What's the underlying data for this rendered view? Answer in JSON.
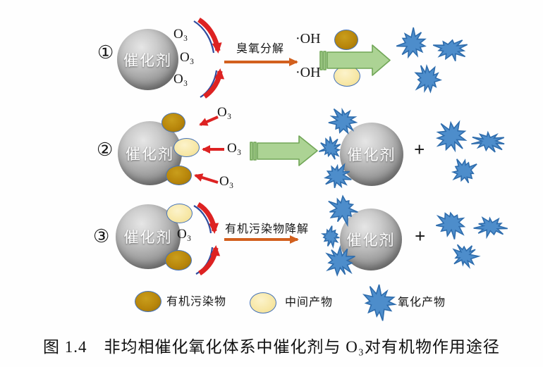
{
  "figure": {
    "steps": [
      {
        "number": "①",
        "catalyst": "催化剂",
        "o3_top": "O₃",
        "o3_mid": "O₃",
        "o3_bottom": "O₃",
        "arrow_label": "臭氧分解",
        "oh_top": "·OH",
        "oh_bottom": "·OH"
      },
      {
        "number": "②",
        "catalyst_left": "催化剂",
        "o3_top": "O₃",
        "o3_mid": "O₃",
        "o3_bottom": "O₃",
        "catalyst_right": "催化剂",
        "plus": "+"
      },
      {
        "number": "③",
        "catalyst_left": "催化剂",
        "o3": "O₃",
        "arrow_label": "有机污染物降解",
        "catalyst_right": "催化剂",
        "plus": "+"
      }
    ],
    "legend": {
      "organic": "有机污染物",
      "intermediate": "中间产物",
      "oxidation": "氧化产物"
    },
    "caption": "图 1.4　非均相催化氧化体系中催化剂与 O₃对有机物作用途径"
  },
  "colors": {
    "catalyst_gray": "#8c8c8c",
    "organic_brown": "#b8860b",
    "intermediate_yellow": "#f6e5a1",
    "oxidation_blue": "#4d8dcb",
    "arrow_green": "#acd394",
    "arrow_green_border": "#71a657",
    "arrow_orange": "#d2601e",
    "arrow_red": "#dd2222",
    "curve_blue": "#2e4b9e"
  }
}
